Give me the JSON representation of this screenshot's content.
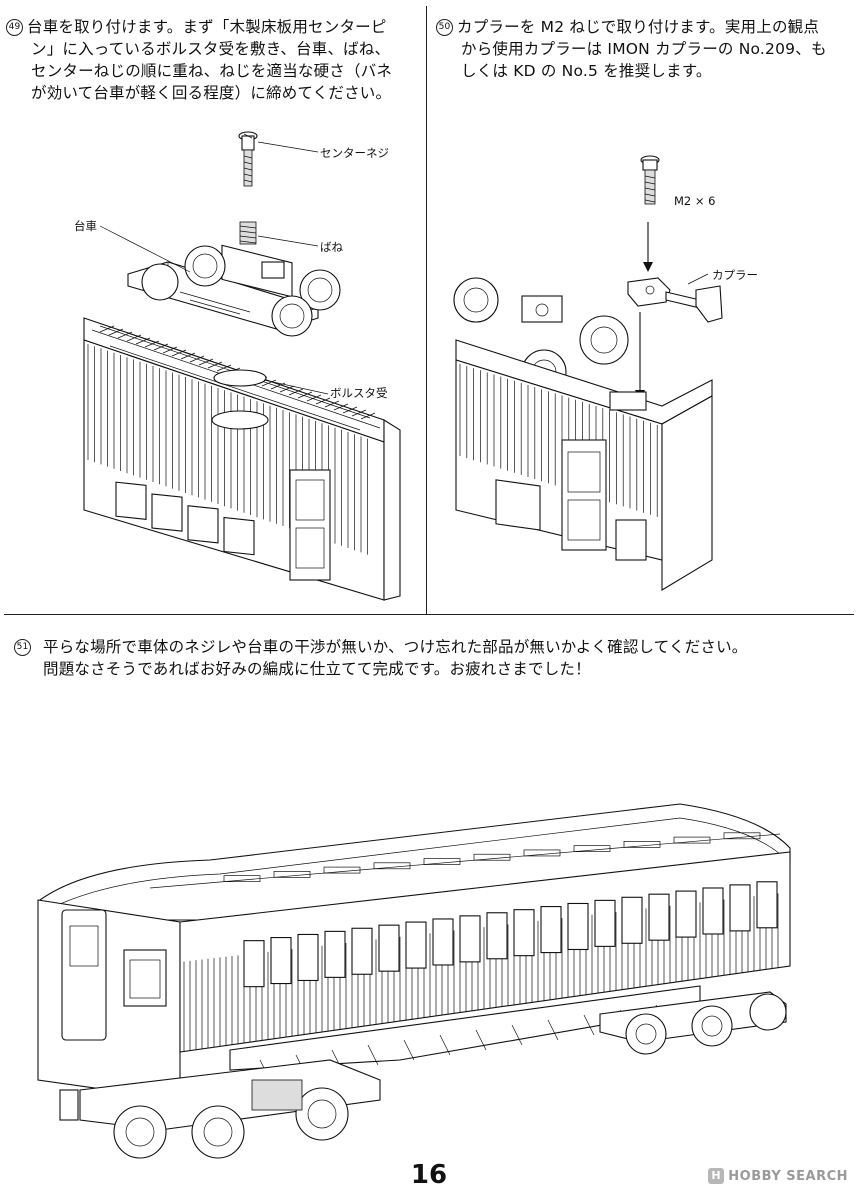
{
  "steps": {
    "s49": {
      "number": "49",
      "lines": [
        "台車を取り付けます。まず「木製床板用センターピ",
        "ン」に入っているボルスタ受を敷き、台車、ばね、",
        "センターねじの順に重ね、ねじを適当な硬さ（バネ",
        "が効いて台車が軽く回る程度）に締めてください。"
      ],
      "labels": {
        "center_screw": "センターネジ",
        "bogie": "台車",
        "spring": "ばね",
        "bolster": "ボルスタ受"
      }
    },
    "s50": {
      "number": "50",
      "lines": [
        "カプラーを M2 ねじで取り付けます。実用上の観点",
        "から使用カプラーは IMON カプラーの No.209、も",
        "しくは KD の No.5 を推奨します。"
      ],
      "labels": {
        "screw": "M2 × 6",
        "coupler": "カプラー"
      }
    },
    "s51": {
      "number": "51",
      "lines": [
        "平らな場所で車体のネジレや台車の干渉が無いか、つけ忘れた部品が無いかよく確認してください。",
        "問題なさそうであればお好みの編成に仕立てて完成です。お疲れさまでした！"
      ]
    }
  },
  "page_number": "16",
  "watermark": {
    "logo": "H",
    "text": "HOBBY SEARCH"
  }
}
